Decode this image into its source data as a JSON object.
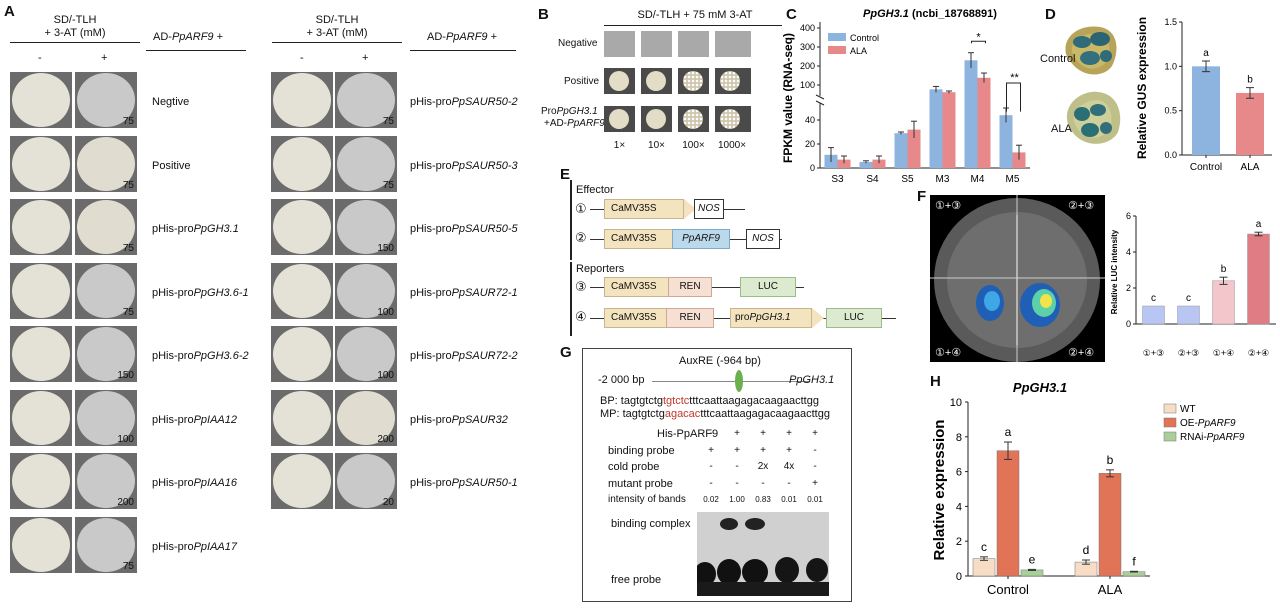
{
  "panels": {
    "a": "A",
    "b": "B",
    "c": "C",
    "d": "D",
    "e": "E",
    "f": "F",
    "g": "G",
    "h": "H"
  },
  "panelA": {
    "header_medium_line1": "SD/-TLH",
    "header_medium_line2": "+ 3-AT (mM)",
    "minus": "-",
    "plus": "+",
    "ad_prefix": "AD-",
    "ad_gene": "PpARF9",
    "ad_suffix": " +",
    "left_rows": [
      {
        "pre": "Negtive",
        "gene": "",
        "num": "75"
      },
      {
        "pre": "Positive",
        "gene": "",
        "num": "75"
      },
      {
        "pre": "pHis-pro",
        "gene": "PpGH3.1",
        "num": "75"
      },
      {
        "pre": "pHis-pro",
        "gene": "PpGH3.6-1",
        "num": "75"
      },
      {
        "pre": "pHis-pro",
        "gene": "PpGH3.6-2",
        "num": "150"
      },
      {
        "pre": "pHis-pro",
        "gene": "PpIAA12",
        "num": "100"
      },
      {
        "pre": "pHis-pro",
        "gene": "PpIAA16",
        "num": "200"
      },
      {
        "pre": "pHis-pro",
        "gene": "PpIAA17",
        "num": "75"
      }
    ],
    "right_rows": [
      {
        "pre": "pHis-pro",
        "gene": "PpSAUR50-2",
        "num": "75"
      },
      {
        "pre": "pHis-pro",
        "gene": "PpSAUR50-3",
        "num": "75"
      },
      {
        "pre": "pHis-pro",
        "gene": "PpSAUR50-5",
        "num": "150"
      },
      {
        "pre": "pHis-pro",
        "gene": "PpSAUR72-1",
        "num": "100"
      },
      {
        "pre": "pHis-pro",
        "gene": "PpSAUR72-2",
        "num": "100"
      },
      {
        "pre": "pHis-pro",
        "gene": "PpSAUR32",
        "num": "200"
      },
      {
        "pre": "pHis-pro",
        "gene": "PpSAUR50-1",
        "num": "20"
      }
    ]
  },
  "panelB": {
    "header": "SD/-TLH + 75 mM 3-AT",
    "rows": [
      "Negative",
      "Positive"
    ],
    "row3_pre": "Pro",
    "row3_gene": "PpGH3.1",
    "row3_line2_pre": "+AD-",
    "row3_line2_gene": "PpARF9",
    "dilutions": [
      "1×",
      "10×",
      "100×",
      "1000×"
    ]
  },
  "panelE": {
    "effector": "Effector",
    "reporters": "Reporters",
    "c1": "①",
    "c2": "②",
    "c3": "③",
    "c4": "④",
    "camv": "CaMV35S",
    "nos": "NOS",
    "arf9": "PpARF9",
    "ren": "REN",
    "luc": "LUC",
    "pro": "pro",
    "gh31": "PpGH3.1"
  },
  "panelG": {
    "auxre": "AuxRE (-964 bp)",
    "bp2000": "-2 000 bp",
    "gh31": "PpGH3.1",
    "bp_label": "BP: ",
    "bp_a": "tagtgtctg",
    "bp_red": "tgtctc",
    "bp_b": "tttcaattaagagacaagaacttgg",
    "mp_label": "MP: ",
    "mp_a": "tagtgtctg",
    "mp_red": "agacac",
    "mp_b": "tttcaattaagagacaagaacttgg",
    "rows": [
      {
        "label": "His-PpARF9",
        "vals": [
          "-",
          "+",
          "+",
          "+",
          "+"
        ]
      },
      {
        "label": "binding probe",
        "vals": [
          "+",
          "+",
          "+",
          "+",
          "-"
        ]
      },
      {
        "label": "cold probe",
        "vals": [
          "-",
          "-",
          "2x",
          "4x",
          "-"
        ]
      },
      {
        "label": "mutant probe",
        "vals": [
          "-",
          "-",
          "-",
          "-",
          "+"
        ]
      },
      {
        "label": "intensity of bands",
        "vals": [
          "0.02",
          "1.00",
          "0.83",
          "0.01",
          "0.01"
        ]
      }
    ],
    "binding_complex": "binding complex",
    "free_probe": "free probe"
  },
  "panelF": {
    "corner_tl": "①+③",
    "corner_tr": "②+③",
    "corner_bl": "①+④",
    "corner_br": "②+④"
  },
  "chart_data": [
    {
      "id": "C",
      "type": "bar",
      "title_gene": "PpGH3.1",
      "title_id": " (ncbi_18768891)",
      "ylabel": "FPKM value (RNA-seq)",
      "categories": [
        "S3",
        "S4",
        "S5",
        "M3",
        "M4",
        "M5"
      ],
      "series": [
        {
          "name": "Control",
          "color": "#8db3df",
          "values": [
            11,
            5,
            29,
            82,
            230,
            44
          ],
          "errors": [
            6,
            1,
            1,
            12,
            40,
            6
          ]
        },
        {
          "name": "ALA",
          "color": "#e7898a",
          "values": [
            7,
            7,
            32,
            70,
            138,
            13
          ],
          "errors": [
            3,
            3,
            7,
            5,
            25,
            6
          ]
        }
      ],
      "yticks_lower": [
        0,
        20,
        40
      ],
      "yticks_upper": [
        100,
        200,
        300,
        400
      ],
      "ybreak": [
        50,
        60
      ],
      "significance": [
        {
          "category": "M4",
          "mark": "*"
        },
        {
          "category": "M5",
          "mark": "**"
        }
      ]
    },
    {
      "id": "D",
      "type": "bar",
      "ylabel": "Relative GUS expression",
      "categories": [
        "Control",
        "ALA"
      ],
      "values": [
        1.0,
        0.7
      ],
      "errors": [
        0.06,
        0.06
      ],
      "colors": [
        "#8db3df",
        "#e7898a"
      ],
      "letters": [
        "a",
        "b"
      ],
      "ylim": [
        0,
        1.5
      ],
      "yticks": [
        "0.0",
        "0.5",
        "1.0",
        "1.5"
      ],
      "leaf_labels": [
        "Control",
        "ALA"
      ]
    },
    {
      "id": "F",
      "type": "bar",
      "ylabel": "Relative LUC intensity",
      "categories": [
        "①+③",
        "②+③",
        "①+④",
        "②+④"
      ],
      "values": [
        1.0,
        1.0,
        2.4,
        5.0
      ],
      "errors": [
        0,
        0,
        0.2,
        0.1
      ],
      "colors": [
        "#b9c5f2",
        "#b9c5f2",
        "#f3c6cb",
        "#e07d84"
      ],
      "letters": [
        "c",
        "c",
        "b",
        "a"
      ],
      "ylim": [
        0,
        6
      ],
      "yticks": [
        "0",
        "2",
        "4",
        "6"
      ]
    },
    {
      "id": "H",
      "type": "bar",
      "title": "PpGH3.1",
      "ylabel": "Relative expression",
      "categories": [
        "Control",
        "ALA"
      ],
      "series": [
        {
          "name": "WT",
          "color": "#f7dcc6",
          "values": [
            1.0,
            0.8
          ],
          "errors": [
            0.1,
            0.12
          ],
          "letters": [
            "c",
            "d"
          ]
        },
        {
          "name": "OE-PpARF9",
          "color": "#e17356",
          "values": [
            7.2,
            5.9
          ],
          "errors": [
            0.5,
            0.2
          ],
          "letters": [
            "a",
            "b"
          ]
        },
        {
          "name": "RNAi-PpARF9",
          "color": "#a8cf98",
          "values": [
            0.35,
            0.25
          ],
          "errors": [
            0.03,
            0.02
          ],
          "letters": [
            "e",
            "f"
          ]
        }
      ],
      "legend": {
        "wt": "WT",
        "oe_pre": "OE-",
        "oe_gene": "PpARF9",
        "rn_pre": "RNAi-",
        "rn_gene": "PpARF9"
      },
      "ylim": [
        0,
        10
      ],
      "yticks": [
        "0",
        "2",
        "4",
        "6",
        "8",
        "10"
      ]
    }
  ]
}
